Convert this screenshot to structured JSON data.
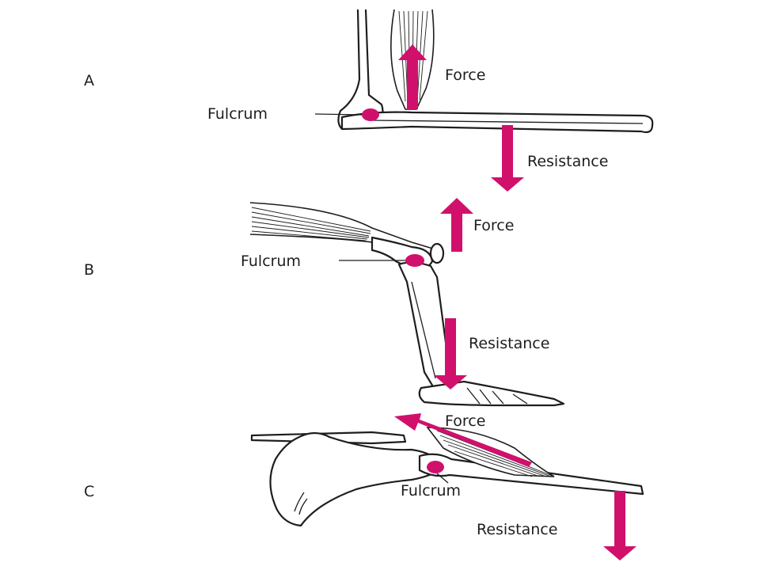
{
  "colors": {
    "arrow": "#d1106c",
    "fulcrum": "#d1106c",
    "ink": "#1e1e1e"
  },
  "panels": [
    {
      "letter": "A",
      "force": "Force",
      "fulcrum": "Fulcrum",
      "resistance": "Resistance"
    },
    {
      "letter": "B",
      "force": "Force",
      "fulcrum": "Fulcrum",
      "resistance": "Resistance"
    },
    {
      "letter": "C",
      "force": "Force",
      "fulcrum": "Fulcrum",
      "resistance": "Resistance"
    }
  ]
}
